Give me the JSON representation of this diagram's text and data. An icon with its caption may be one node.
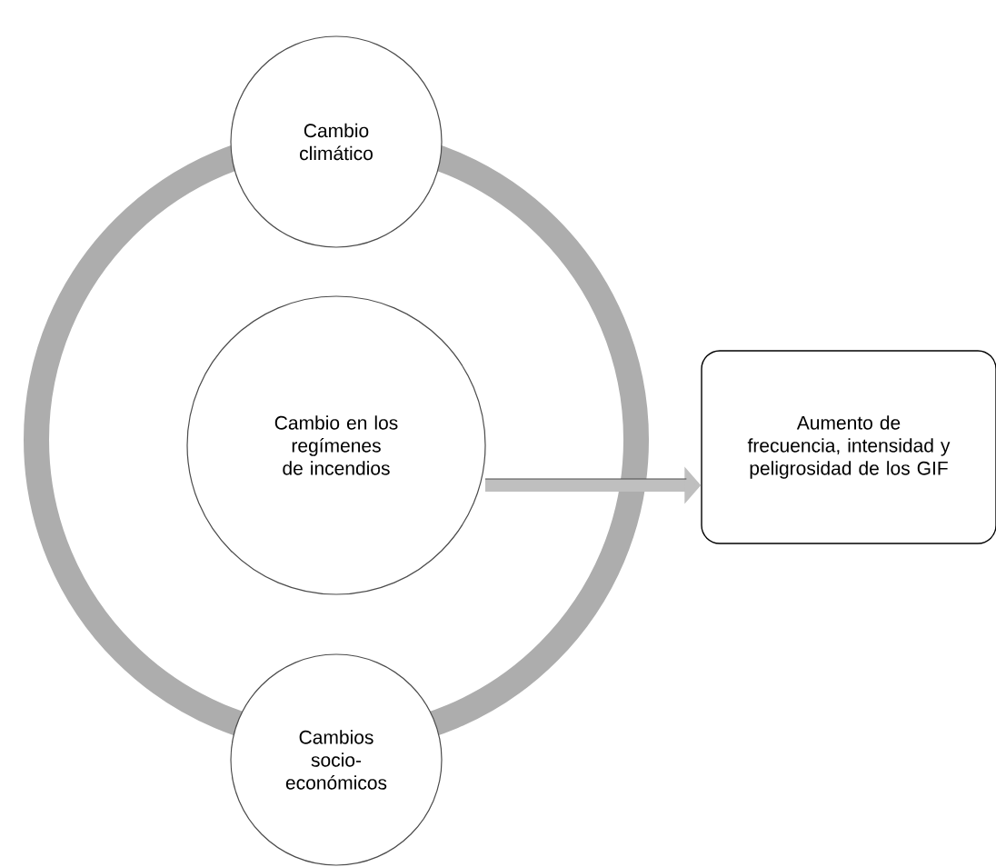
{
  "diagram": {
    "nodes": [
      {
        "text": [
          "Cambio climático"
        ]
      },
      {
        "text": [
          "Cambio en los regímenes de incendios"
        ]
      },
      {
        "text": [
          "Cambios socio-económicos"
        ]
      },
      {
        "text": [
          "Aumento de frecuencia, intensidad y peligrosidad de los GIF"
        ]
      }
    ],
    "edges": [
      {
        "from": 1,
        "to": 3,
        "arrow": "to"
      }
    ]
  }
}
